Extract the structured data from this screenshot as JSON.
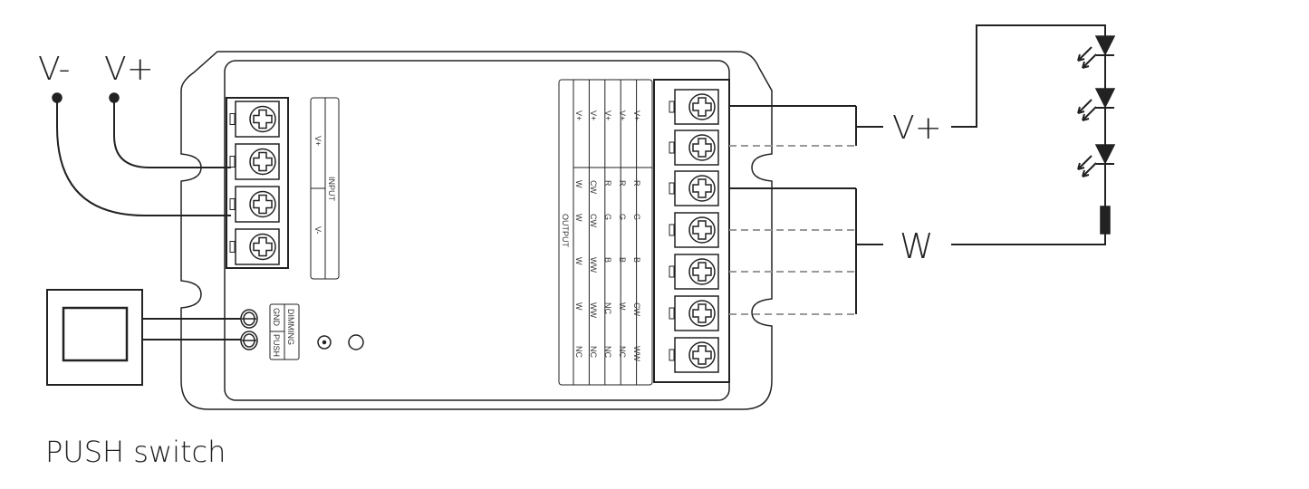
{
  "supply": {
    "minus": "V-",
    "plus": "V+"
  },
  "input_label": {
    "title": "INPUT",
    "plus": "V+",
    "minus": "V-"
  },
  "dimming_label": {
    "title": "DIMMING",
    "gnd": "GND",
    "push": "PUSH"
  },
  "output_table": {
    "title": "OUTPUT",
    "columns": [
      [
        "V+",
        "W",
        "W",
        "W",
        "W",
        "NC"
      ],
      [
        "V+",
        "CW",
        "CW",
        "WW",
        "WW",
        "NC"
      ],
      [
        "V+",
        "R",
        "G",
        "B",
        "NC",
        "NC"
      ],
      [
        "V+",
        "R",
        "G",
        "B",
        "W",
        "NC"
      ],
      [
        "V+",
        "R",
        "G",
        "B",
        "CW",
        "WW"
      ]
    ]
  },
  "bus_labels": {
    "plus": "V+",
    "white": "W"
  },
  "switch_caption": "PUSH switch"
}
